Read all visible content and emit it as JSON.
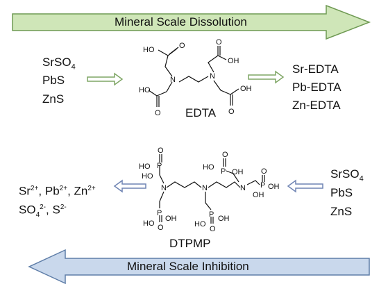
{
  "top_banner": {
    "label": "Mineral Scale Dissolution",
    "fill": "#cfe6b8",
    "stroke": "#6f9a53",
    "direction": "right"
  },
  "bottom_banner": {
    "label": "Mineral Scale Inhibition",
    "fill": "#c9d8ec",
    "stroke": "#5f7ea8",
    "direction": "left"
  },
  "dissolution": {
    "reactants": [
      "SrSO4",
      "PbS",
      "ZnS"
    ],
    "chelator_name": "EDTA",
    "products": [
      "Sr-EDTA",
      "Pb-EDTA",
      "Zn-EDTA"
    ],
    "arrow_color": "#7fa665"
  },
  "inhibition": {
    "scales": [
      "SrSO4",
      "PbS",
      "ZnS"
    ],
    "chelator_name": "DTPMP",
    "ions_line1": "Sr2+, Pb2+, Zn2+",
    "ions_line2": "SO42-, S2-",
    "arrow_color": "#6f84b3"
  },
  "structure_labels": {
    "edta": {
      "oh_groups": [
        "HO",
        "OH",
        "HO",
        "OH"
      ],
      "o_atoms": [
        "O",
        "O",
        "O",
        "O"
      ],
      "n_atoms": [
        "N",
        "N"
      ]
    },
    "dtpmp": {
      "n_atoms": [
        "N",
        "N",
        "N"
      ],
      "p_atoms": [
        "P",
        "P",
        "P",
        "P",
        "P"
      ],
      "oh_labels": [
        "HO",
        "HO",
        "OH",
        "OH",
        "OH",
        "HO",
        "HO",
        "OH",
        "OH",
        "HO"
      ],
      "o_labels": [
        "O",
        "O",
        "O",
        "O",
        "O"
      ]
    }
  }
}
